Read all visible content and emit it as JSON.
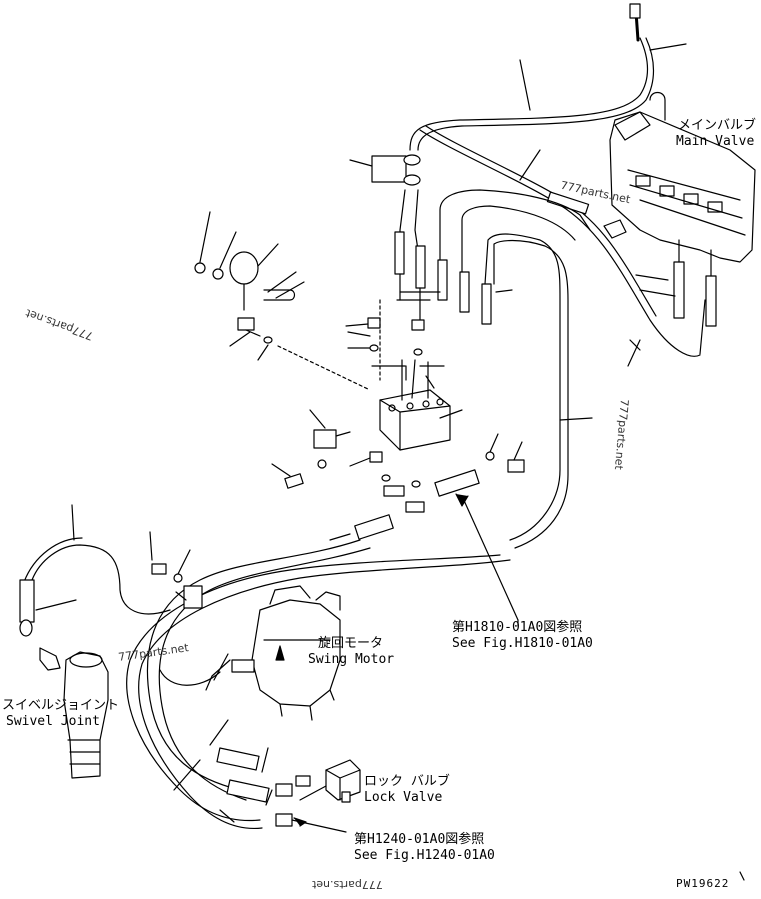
{
  "diagram": {
    "labels": {
      "main_valve_jp": "メインバルブ",
      "main_valve_en": "Main Valve",
      "swing_motor_jp": "旋回モータ",
      "swing_motor_en": "Swing Motor",
      "swivel_joint_jp": "スイベルジョイント",
      "swivel_joint_en": "Swivel Joint",
      "lock_valve_jp": "ロック バルブ",
      "lock_valve_en": "Lock Valve",
      "ref1_jp": "第H1810-01A0図参照",
      "ref1_en": "See Fig.H1810-01A0",
      "ref2_jp": "第H1240-01A0図参照",
      "ref2_en": "See Fig.H1240-01A0",
      "drawing_no": "PW19622"
    },
    "watermarks": [
      "777parts.net",
      "777parts.net",
      "777parts.net",
      "777parts.net",
      "777parts.net"
    ]
  }
}
